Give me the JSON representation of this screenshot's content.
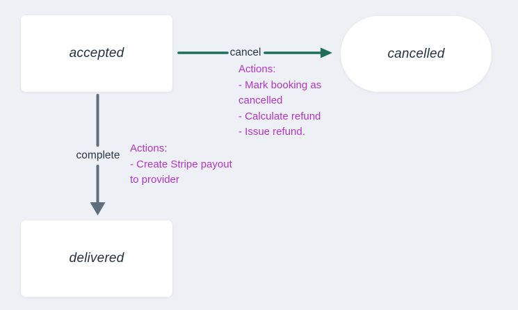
{
  "diagram": {
    "title": "booking-state-transitions",
    "colors": {
      "background": "#edf0f5",
      "node_fill": "#ffffff",
      "node_text": "#243140",
      "cancel_arrow": "#1f6e5c",
      "complete_arrow": "#5e6e7e",
      "actions_text": "#b234cb"
    },
    "nodes": {
      "accepted": {
        "label": "accepted"
      },
      "cancelled": {
        "label": "cancelled"
      },
      "delivered": {
        "label": "delivered"
      }
    },
    "edges": {
      "cancel": {
        "label": "cancel",
        "from": "accepted",
        "to": "cancelled",
        "actions_lines": [
          "Actions:",
          "- Mark booking as",
          "cancelled",
          "- Calculate refund",
          "- Issue refund."
        ]
      },
      "complete": {
        "label": "complete",
        "from": "accepted",
        "to": "delivered",
        "actions_lines": [
          "Actions:",
          "- Create Stripe payout",
          "to provider"
        ]
      }
    }
  }
}
